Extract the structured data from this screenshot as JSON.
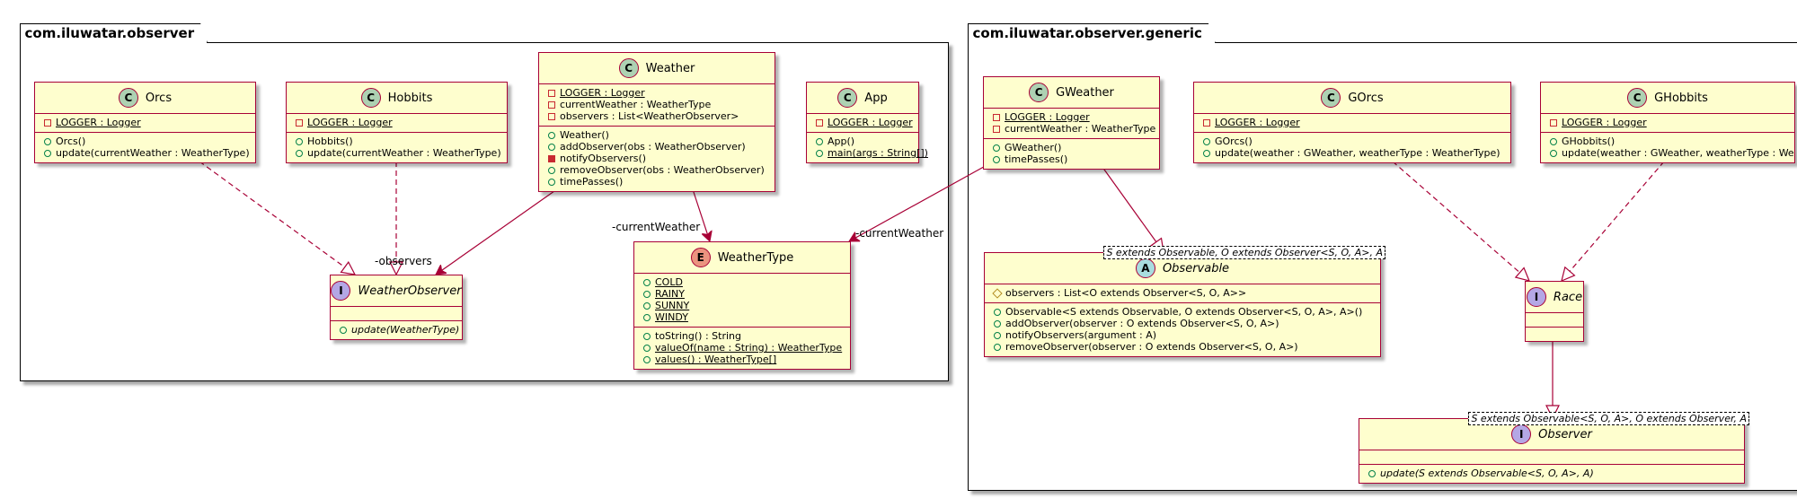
{
  "packages": {
    "observer": "com.iluwatar.observer",
    "generic": "com.iluwatar.observer.generic"
  },
  "classes": {
    "orcs": {
      "kind": "C",
      "name": "Orcs",
      "fields": [
        {
          "vis": "private",
          "text": "LOGGER : Logger",
          "static": true
        }
      ],
      "methods": [
        {
          "vis": "public",
          "text": "Orcs()"
        },
        {
          "vis": "public",
          "text": "update(currentWeather : WeatherType)"
        }
      ]
    },
    "hobbits": {
      "kind": "C",
      "name": "Hobbits",
      "fields": [
        {
          "vis": "private",
          "text": "LOGGER : Logger",
          "static": true
        }
      ],
      "methods": [
        {
          "vis": "public",
          "text": "Hobbits()"
        },
        {
          "vis": "public",
          "text": "update(currentWeather : WeatherType)"
        }
      ]
    },
    "weather": {
      "kind": "C",
      "name": "Weather",
      "fields": [
        {
          "vis": "private",
          "text": "LOGGER : Logger",
          "static": true
        },
        {
          "vis": "private",
          "text": "currentWeather : WeatherType"
        },
        {
          "vis": "private",
          "text": "observers : List<WeatherObserver>"
        }
      ],
      "methods": [
        {
          "vis": "public",
          "text": "Weather()"
        },
        {
          "vis": "public",
          "text": "addObserver(obs : WeatherObserver)"
        },
        {
          "vis": "private-method",
          "text": "notifyObservers()"
        },
        {
          "vis": "public",
          "text": "removeObserver(obs : WeatherObserver)"
        },
        {
          "vis": "public",
          "text": "timePasses()"
        }
      ]
    },
    "app": {
      "kind": "C",
      "name": "App",
      "fields": [
        {
          "vis": "private",
          "text": "LOGGER : Logger",
          "static": true
        }
      ],
      "methods": [
        {
          "vis": "public",
          "text": "App()"
        },
        {
          "vis": "public",
          "text": "main(args : String[])",
          "static": true
        }
      ]
    },
    "weatherObserver": {
      "kind": "I",
      "name": "WeatherObserver",
      "italic": true,
      "fields": [],
      "methods": [
        {
          "vis": "public",
          "text": "update(WeatherType)",
          "italic": true
        }
      ]
    },
    "weatherType": {
      "kind": "E",
      "name": "WeatherType",
      "fields": [
        {
          "vis": "public",
          "text": "COLD",
          "static": true
        },
        {
          "vis": "public",
          "text": "RAINY",
          "static": true
        },
        {
          "vis": "public",
          "text": "SUNNY",
          "static": true
        },
        {
          "vis": "public",
          "text": "WINDY",
          "static": true
        }
      ],
      "methods": [
        {
          "vis": "public",
          "text": "toString() : String"
        },
        {
          "vis": "public",
          "text": "valueOf(name : String) : WeatherType",
          "static": true
        },
        {
          "vis": "public",
          "text": "values() : WeatherType[]",
          "static": true
        }
      ]
    },
    "gweather": {
      "kind": "C",
      "name": "GWeather",
      "fields": [
        {
          "vis": "private",
          "text": "LOGGER : Logger",
          "static": true
        },
        {
          "vis": "private",
          "text": "currentWeather : WeatherType"
        }
      ],
      "methods": [
        {
          "vis": "public",
          "text": "GWeather()"
        },
        {
          "vis": "public",
          "text": "timePasses()"
        }
      ]
    },
    "gorcs": {
      "kind": "C",
      "name": "GOrcs",
      "fields": [
        {
          "vis": "private",
          "text": "LOGGER : Logger",
          "static": true
        }
      ],
      "methods": [
        {
          "vis": "public",
          "text": "GOrcs()"
        },
        {
          "vis": "public",
          "text": "update(weather : GWeather, weatherType : WeatherType)"
        }
      ]
    },
    "ghobbits": {
      "kind": "C",
      "name": "GHobbits",
      "fields": [
        {
          "vis": "private",
          "text": "LOGGER : Logger",
          "static": true
        }
      ],
      "methods": [
        {
          "vis": "public",
          "text": "GHobbits()"
        },
        {
          "vis": "public",
          "text": "update(weather : GWeather, weatherType : We"
        }
      ]
    },
    "observable": {
      "kind": "A",
      "name": "Observable",
      "italic": true,
      "generic": "S extends Observable, O extends Observer<S, O, A>, A",
      "fields": [
        {
          "vis": "protected",
          "text": "observers : List<O extends Observer<S, O, A>>"
        }
      ],
      "methods": [
        {
          "vis": "public",
          "text": "Observable<S extends Observable, O extends Observer<S, O, A>, A>()"
        },
        {
          "vis": "public",
          "text": "addObserver(observer : O extends Observer<S, O, A>)"
        },
        {
          "vis": "public",
          "text": "notifyObservers(argument : A)"
        },
        {
          "vis": "public",
          "text": "removeObserver(observer : O extends Observer<S, O, A>)"
        }
      ]
    },
    "race": {
      "kind": "I",
      "name": "Race",
      "italic": true,
      "fields": [],
      "methods": []
    },
    "observer": {
      "kind": "I",
      "name": "Observer",
      "italic": true,
      "generic": "S extends Observable<S, O, A>, O extends Observer, A",
      "fields": [],
      "methods": [
        {
          "vis": "public",
          "text": "update(S extends Observable<S, O, A>, A)",
          "italic": true
        }
      ]
    }
  },
  "roles": {
    "observers": "-observers",
    "currentWeather1": "-currentWeather",
    "currentWeather2": "-currentWeather"
  },
  "colors": {
    "class_fill": "#FEFECE",
    "class_border": "#A80036",
    "edge": "#A80036"
  }
}
